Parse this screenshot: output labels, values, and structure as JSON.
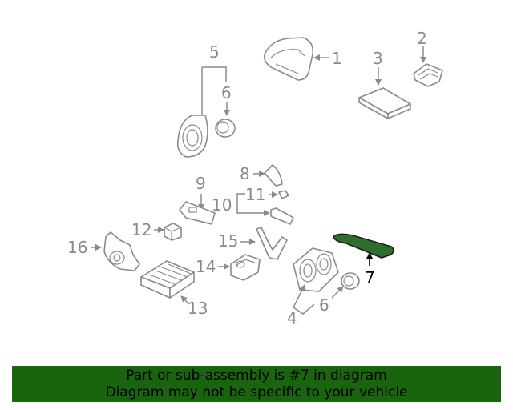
{
  "callouts": {
    "c1": "1",
    "c2": "2",
    "c3": "3",
    "c4": "4",
    "c5": "5",
    "c6a": "6",
    "c6b": "6",
    "c7": "7",
    "c8": "8",
    "c9": "9",
    "c10": "10",
    "c11": "11",
    "c12": "12",
    "c13": "13",
    "c14": "14",
    "c15": "15",
    "c16": "16"
  },
  "highlighted_part": "7",
  "colors": {
    "highlight": "#2f6e2f",
    "banner_bg": "#1a6410",
    "line_gray": "#8a8a8a"
  },
  "banner": {
    "line1": "Part or sub-assembly is #7 in diagram",
    "line2": "Diagram may not be specific to your vehicle"
  }
}
